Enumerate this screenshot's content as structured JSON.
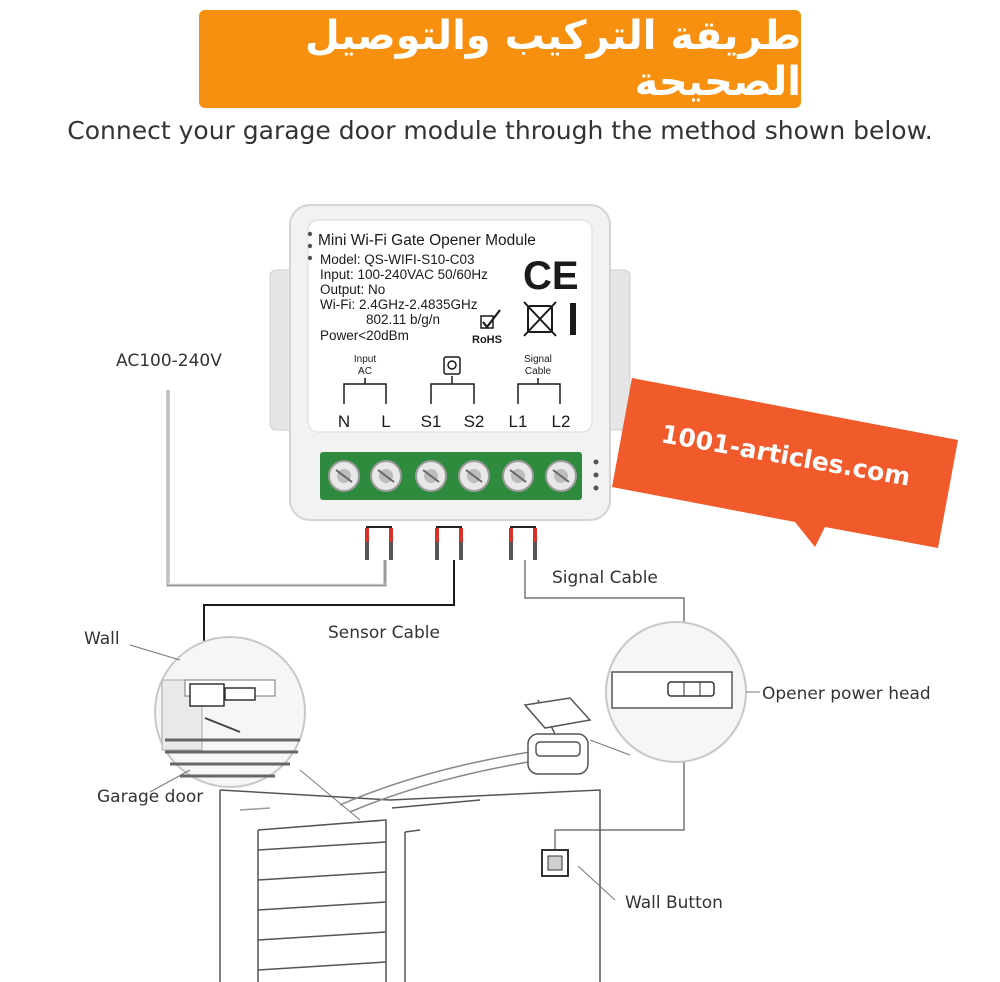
{
  "header": {
    "arabic_title": "طريقة التركيب والتوصيل الصحيحة",
    "subtitle": "Connect your garage door module through the method shown below."
  },
  "module": {
    "title": "Mini Wi-Fi Gate Opener Module",
    "specs": [
      "Model: QS-WIFI-S10-C03",
      "Input: 100-240VAC 50/60Hz",
      "Output: No",
      "Wi-Fi: 2.4GHz-2.4835GHz",
      "802.11 b/g/n",
      "Power<20dBm"
    ],
    "ce_mark": "CE",
    "rohs": "RoHS",
    "group_input": [
      "Input",
      "AC"
    ],
    "group_signal": [
      "Signal",
      "Cable"
    ],
    "terminals": [
      "N",
      "L",
      "S1",
      "S2",
      "L1",
      "L2"
    ]
  },
  "labels": {
    "ac": "AC100-240V",
    "signal_cable": "Signal Cable",
    "sensor_cable": "Sensor Cable",
    "wall": "Wall",
    "opener_power_head": "Opener power head",
    "garage_door": "Garage door",
    "wall_button": "Wall Button"
  },
  "watermark": "1001-articles.com",
  "colors": {
    "banner": "#f7900f",
    "bubble": "#f15a2b",
    "terminal_green": "#2e8b3e",
    "wire_red": "#d9302a"
  }
}
